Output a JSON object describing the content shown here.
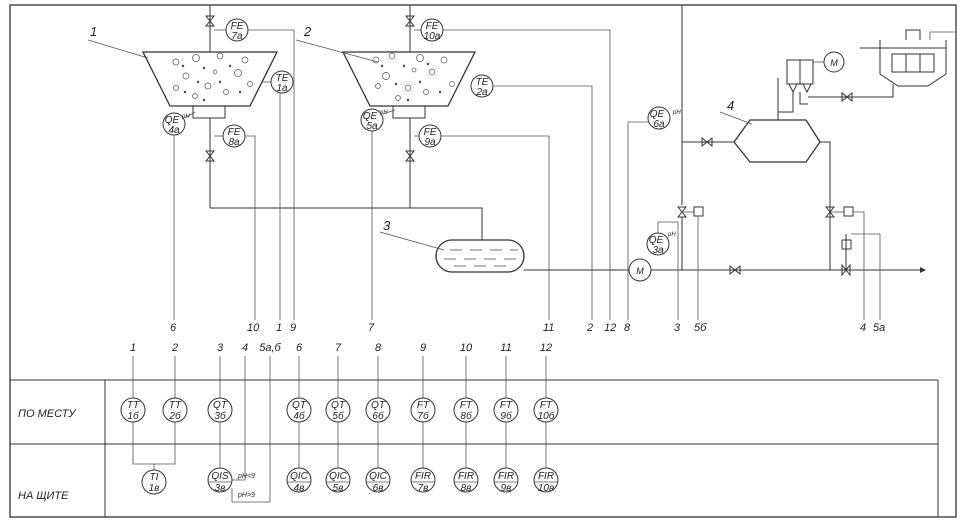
{
  "equipment_numbers": [
    "1",
    "2",
    "3",
    "4"
  ],
  "sensors": {
    "fe7a": {
      "code": "FE",
      "id": "7а"
    },
    "fe10a": {
      "code": "FE",
      "id": "10а"
    },
    "te1a": {
      "code": "TE",
      "id": "1а"
    },
    "te2a": {
      "code": "TE",
      "id": "2а"
    },
    "qe4a": {
      "code": "QE",
      "id": "4а",
      "sup": "pH"
    },
    "qe5a": {
      "code": "QE",
      "id": "5а",
      "sup": "pH"
    },
    "fe8a": {
      "code": "FE",
      "id": "8а"
    },
    "fe9a": {
      "code": "FE",
      "id": "9а"
    },
    "qe6a": {
      "code": "QE",
      "id": "6а",
      "sup": "pH"
    },
    "qe3a": {
      "code": "QE",
      "id": "3а",
      "sup": "pH"
    }
  },
  "motor_label": "М",
  "line_end_labels": [
    "6",
    "10",
    "1",
    "9",
    "7",
    "11",
    "2",
    "12",
    "8",
    "3",
    "5б",
    "4",
    "5а"
  ],
  "column_numbers": [
    "1",
    "2",
    "3",
    "4",
    "5а,б",
    "6",
    "7",
    "8",
    "9",
    "10",
    "11",
    "12"
  ],
  "rows": {
    "local": "ПО МЕСТУ",
    "panel": "НА ЩИТЕ"
  },
  "local_instruments": [
    {
      "code": "TT",
      "id": "1б"
    },
    {
      "code": "TT",
      "id": "2б"
    },
    {
      "code": "QT",
      "id": "3б"
    },
    {
      "code": "QT",
      "id": "4б"
    },
    {
      "code": "QT",
      "id": "5б"
    },
    {
      "code": "QT",
      "id": "6б"
    },
    {
      "code": "FT",
      "id": "7б"
    },
    {
      "code": "FT",
      "id": "8б"
    },
    {
      "code": "FT",
      "id": "9б"
    },
    {
      "code": "FT",
      "id": "10б"
    }
  ],
  "panel_instruments": [
    {
      "code": "TI",
      "id": "1в"
    },
    {
      "code": "QIS",
      "id": "3в"
    },
    {
      "code": "QIC",
      "id": "4в"
    },
    {
      "code": "QIC",
      "id": "5в"
    },
    {
      "code": "QIC",
      "id": "6в"
    },
    {
      "code": "FIR",
      "id": "7в"
    },
    {
      "code": "FIR",
      "id": "8в"
    },
    {
      "code": "FIR",
      "id": "9в"
    },
    {
      "code": "FIR",
      "id": "10в"
    }
  ],
  "ph_notes": {
    "low": "pH<9",
    "high": "pH>9"
  }
}
